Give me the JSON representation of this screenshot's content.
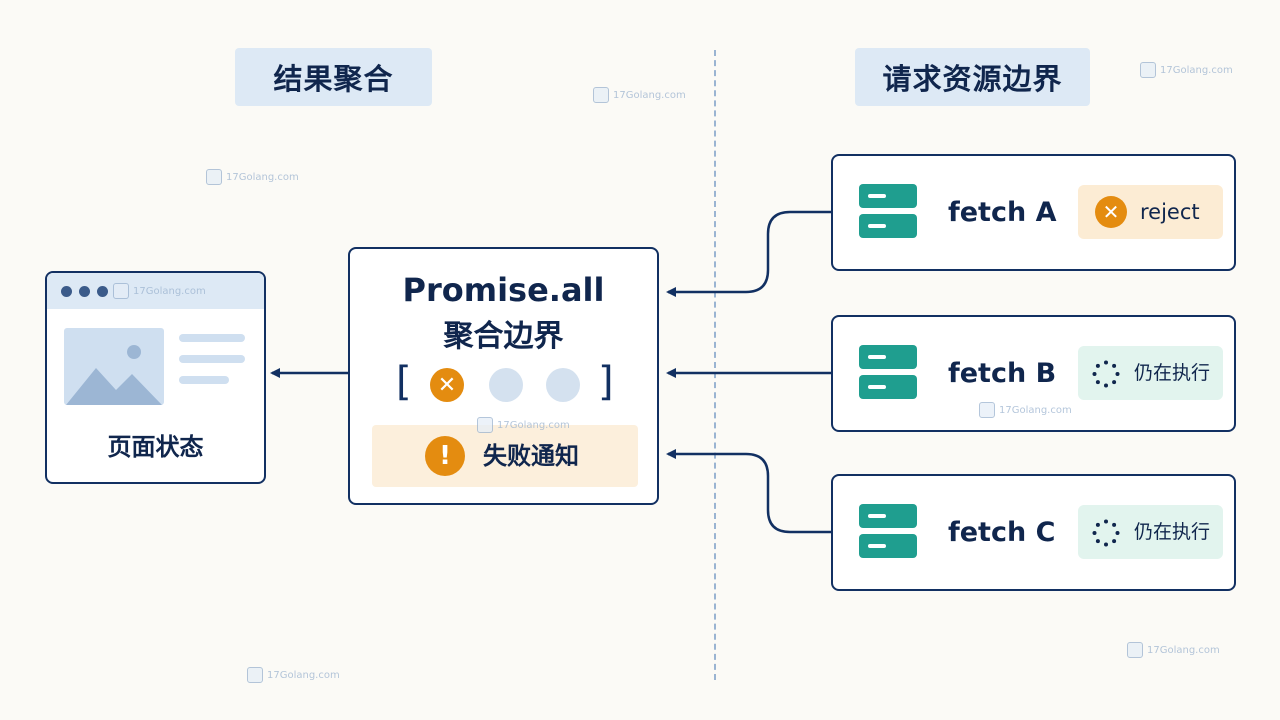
{
  "titles": {
    "left": "结果聚合",
    "right": "请求资源边界"
  },
  "page_state": {
    "label": "页面状态"
  },
  "aggregator": {
    "title_line1": "Promise.all",
    "title_line2": "聚合边界",
    "open_bracket": "[",
    "close_bracket": "]",
    "fail_symbol": "✕",
    "notice_label": "失败通知",
    "notice_symbol": "!"
  },
  "requests": [
    {
      "label": "fetch A",
      "status": "reject",
      "status_kind": "rejected"
    },
    {
      "label": "fetch B",
      "status": "仍在执行",
      "status_kind": "pending"
    },
    {
      "label": "fetch C",
      "status": "仍在执行",
      "status_kind": "pending"
    }
  ],
  "watermark": "17Golang.com",
  "colors": {
    "navy": "#10264d",
    "accent_orange": "#e48c10",
    "teal": "#1f9e8f",
    "title_bg": "#dde9f5",
    "reject_bg": "#fcecd4",
    "running_bg": "#e2f4ee"
  },
  "icons": {
    "page": "browser-window-icon",
    "request": "server-icon",
    "reject": "x-circle-icon",
    "pending": "spinner-icon",
    "notice": "exclamation-icon"
  }
}
